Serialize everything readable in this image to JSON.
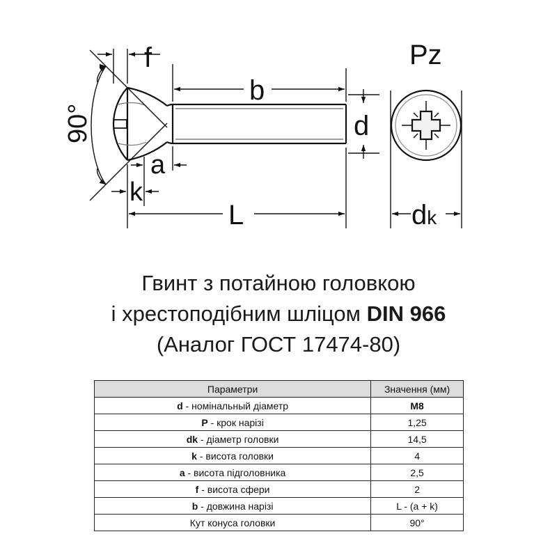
{
  "drawing": {
    "labels": {
      "f": "f",
      "b": "b",
      "d": "d",
      "a": "a",
      "k": "k",
      "L": "L",
      "angle": "90°",
      "pz": "Pz",
      "dk_main": "d",
      "dk_sub": "k"
    }
  },
  "title": {
    "line1": "Гвинт з потайною головкою",
    "line2_text": "і хрестоподібним шліцом ",
    "line2_bold": "DIN 966",
    "line3": "(Аналог ГОСТ 17474-80)"
  },
  "table": {
    "headers": [
      "Параметри",
      "Значення (мм)"
    ],
    "rows": [
      {
        "symbol": "d",
        "desc": " - номінальный діаметр",
        "value": "M8",
        "bold_value": true
      },
      {
        "symbol": "P",
        "desc": " - крок нарізі",
        "value": "1,25",
        "bold_value": false
      },
      {
        "symbol": "dk",
        "desc": " - діаметр головки",
        "value": "14,5",
        "bold_value": false
      },
      {
        "symbol": "k",
        "desc": " - висота головки",
        "value": "4",
        "bold_value": false
      },
      {
        "symbol": "a",
        "desc": " - висота підголовника",
        "value": "2,5",
        "bold_value": false
      },
      {
        "symbol": "f",
        "desc": " - висота сфери",
        "value": "2",
        "bold_value": false
      },
      {
        "symbol": "b",
        "desc": " - довжина нарізі",
        "value": "L - (a + k)",
        "bold_value": false
      },
      {
        "symbol": "",
        "desc": "Кут конуса головки",
        "value": "90°",
        "bold_value": false
      }
    ]
  }
}
